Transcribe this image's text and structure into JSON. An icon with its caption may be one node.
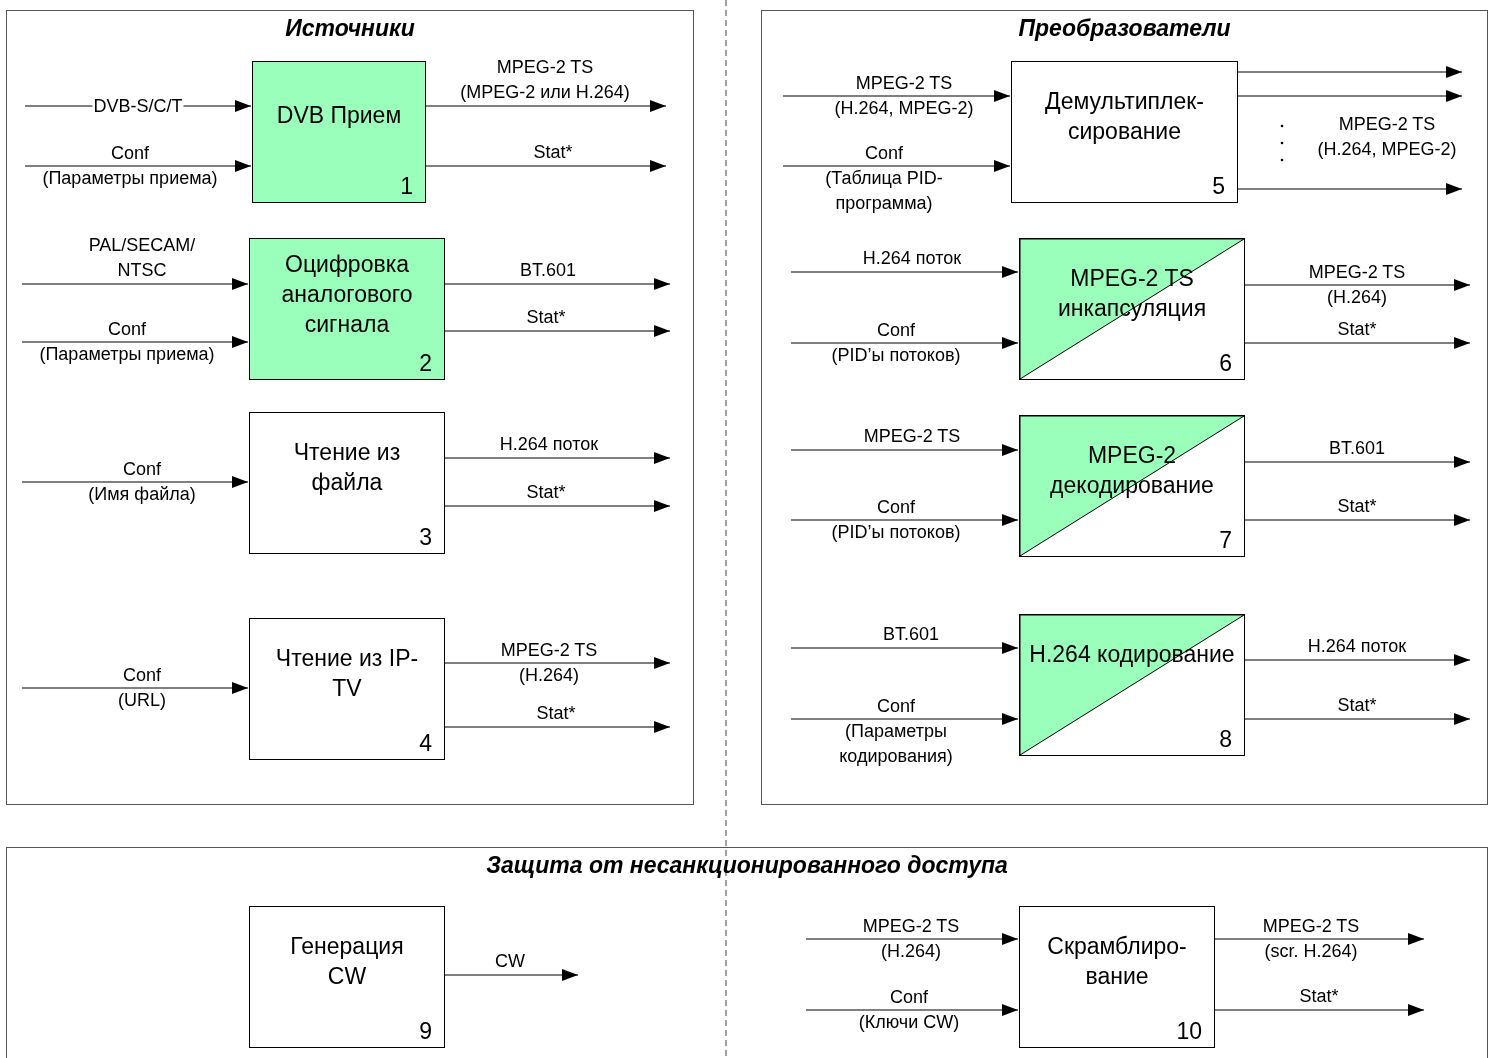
{
  "diagram": {
    "nodes": [
      {
        "text": [
          "Источники"
        ]
      },
      {
        "text": [
          "DVB Прием",
          "1"
        ],
        "in": 0
      },
      {
        "text": [
          "Оцифровка аналогового сигнала",
          "2"
        ],
        "in": 0
      },
      {
        "text": [
          "Чтение из файла",
          "3"
        ],
        "in": 0
      },
      {
        "text": [
          "Чтение из IP-TV",
          "4"
        ],
        "in": 0
      },
      {
        "text": [
          "Преобразователи"
        ]
      },
      {
        "text": [
          "Демультиплек-сирование",
          "5"
        ],
        "in": 5
      },
      {
        "text": [
          "MPEG-2 TS инкапсуляция",
          "6"
        ],
        "in": 5
      },
      {
        "text": [
          "MPEG-2 декодирование",
          "7"
        ],
        "in": 5
      },
      {
        "text": [
          "H.264 кодирование",
          "8"
        ],
        "in": 5
      },
      {
        "text": [
          "Защита от несанкционированного доступа"
        ]
      },
      {
        "text": [
          "Генерация CW",
          "9"
        ],
        "in": 10
      },
      {
        "text": [
          "Скрамблиро-вание",
          "10"
        ],
        "in": 10
      }
    ],
    "edges": [
      {
        "from": null,
        "to": 1,
        "arrow": "to",
        "label": "DVB-S/C/T"
      },
      {
        "from": null,
        "to": 1,
        "arrow": "to",
        "label": "Conf (Параметры приема)"
      },
      {
        "from": 1,
        "to": null,
        "arrow": "to",
        "label": "MPEG-2 TS (MPEG-2 или H.264)"
      },
      {
        "from": 1,
        "to": null,
        "arrow": "to",
        "label": "Stat*"
      },
      {
        "from": null,
        "to": 2,
        "arrow": "to",
        "label": "PAL/SECAM/ NTSC"
      },
      {
        "from": null,
        "to": 2,
        "arrow": "to",
        "label": "Conf (Параметры приема)"
      },
      {
        "from": 2,
        "to": null,
        "arrow": "to",
        "label": "BT.601"
      },
      {
        "from": 2,
        "to": null,
        "arrow": "to",
        "label": "Stat*"
      },
      {
        "from": null,
        "to": 3,
        "arrow": "to",
        "label": "Conf (Имя файла)"
      },
      {
        "from": 3,
        "to": null,
        "arrow": "to",
        "label": "H.264 поток"
      },
      {
        "from": 3,
        "to": null,
        "arrow": "to",
        "label": "Stat*"
      },
      {
        "from": null,
        "to": 4,
        "arrow": "to",
        "label": "Conf (URL)"
      },
      {
        "from": 4,
        "to": null,
        "arrow": "to",
        "label": "MPEG-2 TS (H.264)"
      },
      {
        "from": 4,
        "to": null,
        "arrow": "to",
        "label": "Stat*"
      },
      {
        "from": null,
        "to": 6,
        "arrow": "to",
        "label": "MPEG-2 TS (H.264, MPEG-2)"
      },
      {
        "from": null,
        "to": 6,
        "arrow": "to",
        "label": "Conf (Таблица PID- программа)"
      },
      {
        "from": 6,
        "to": null,
        "arrow": "to"
      },
      {
        "from": 6,
        "to": null,
        "arrow": "to"
      },
      {
        "from": 6,
        "to": null,
        "arrow": "to",
        "label": "MPEG-2 TS (H.264, MPEG-2)"
      },
      {
        "from": null,
        "to": 7,
        "arrow": "to",
        "label": "H.264 поток"
      },
      {
        "from": null,
        "to": 7,
        "arrow": "to",
        "label": "Conf (PID’ы потоков)"
      },
      {
        "from": 7,
        "to": null,
        "arrow": "to",
        "label": "MPEG-2 TS (H.264)"
      },
      {
        "from": 7,
        "to": null,
        "arrow": "to",
        "label": "Stat*"
      },
      {
        "from": null,
        "to": 8,
        "arrow": "to",
        "label": "MPEG-2 TS"
      },
      {
        "from": null,
        "to": 8,
        "arrow": "to",
        "label": "Conf (PID’ы потоков)"
      },
      {
        "from": 8,
        "to": null,
        "arrow": "to",
        "label": "BT.601"
      },
      {
        "from": 8,
        "to": null,
        "arrow": "to",
        "label": "Stat*"
      },
      {
        "from": null,
        "to": 9,
        "arrow": "to",
        "label": "BT.601"
      },
      {
        "from": null,
        "to": 9,
        "arrow": "to",
        "label": "Conf (Параметры кодирования)"
      },
      {
        "from": 9,
        "to": null,
        "arrow": "to",
        "label": "H.264 поток"
      },
      {
        "from": 9,
        "to": null,
        "arrow": "to",
        "label": "Stat*"
      },
      {
        "from": 11,
        "to": null,
        "arrow": "to",
        "label": "CW"
      },
      {
        "from": null,
        "to": 12,
        "arrow": "to",
        "label": "MPEG-2 TS (H.264)"
      },
      {
        "from": null,
        "to": 12,
        "arrow": "to",
        "label": "Conf (Ключи CW)"
      },
      {
        "from": 12,
        "to": null,
        "arrow": "to",
        "label": "MPEG-2 TS (scr. H.264)"
      },
      {
        "from": 12,
        "to": null,
        "arrow": "to",
        "label": "Stat*"
      }
    ]
  }
}
